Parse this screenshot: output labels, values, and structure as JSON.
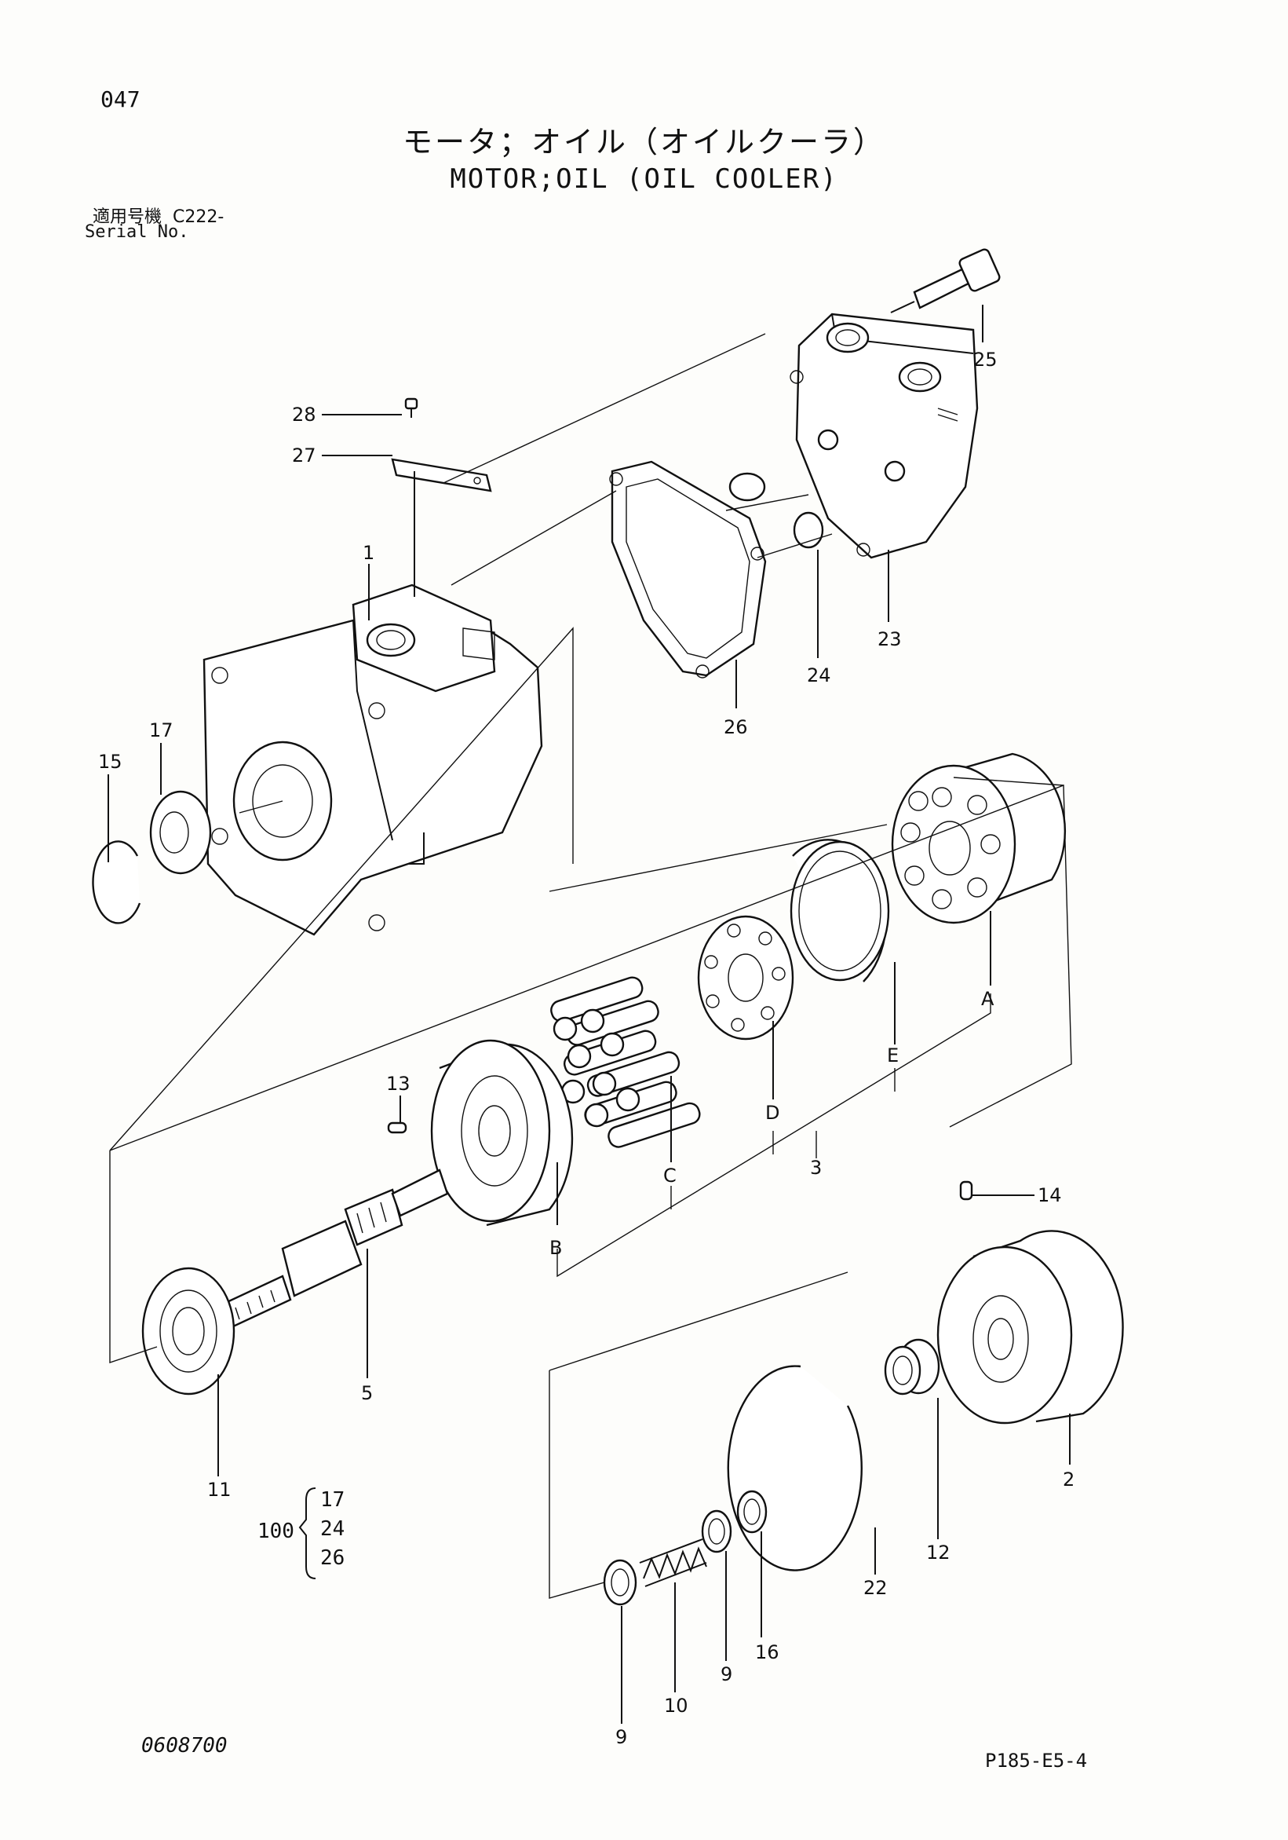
{
  "page_no": "047",
  "title_jp": "モータ；オイル（オイルクーラ）",
  "title_en": "MOTOR;OIL (OIL COOLER)",
  "serial_label_jp": "適用号機",
  "serial_value": "C222-",
  "serial_label_en": "Serial No.",
  "kit": {
    "qty": "100",
    "items": [
      "17",
      "24",
      "26"
    ]
  },
  "doc_number": "0608700",
  "figure_ref": "P185-E5-4",
  "callouts": {
    "c1": "1",
    "c2": "2",
    "c3": "3",
    "c5": "5",
    "c9a": "9",
    "c9b": "9",
    "c10": "10",
    "c11": "11",
    "c12": "12",
    "c13": "13",
    "c14": "14",
    "c15": "15",
    "c16": "16",
    "c17": "17",
    "c22": "22",
    "c23": "23",
    "c24": "24",
    "c25": "25",
    "c26": "26",
    "c27": "27",
    "c28": "28",
    "cA": "A",
    "cB": "B",
    "cC": "C",
    "cD": "D",
    "cE": "E"
  }
}
